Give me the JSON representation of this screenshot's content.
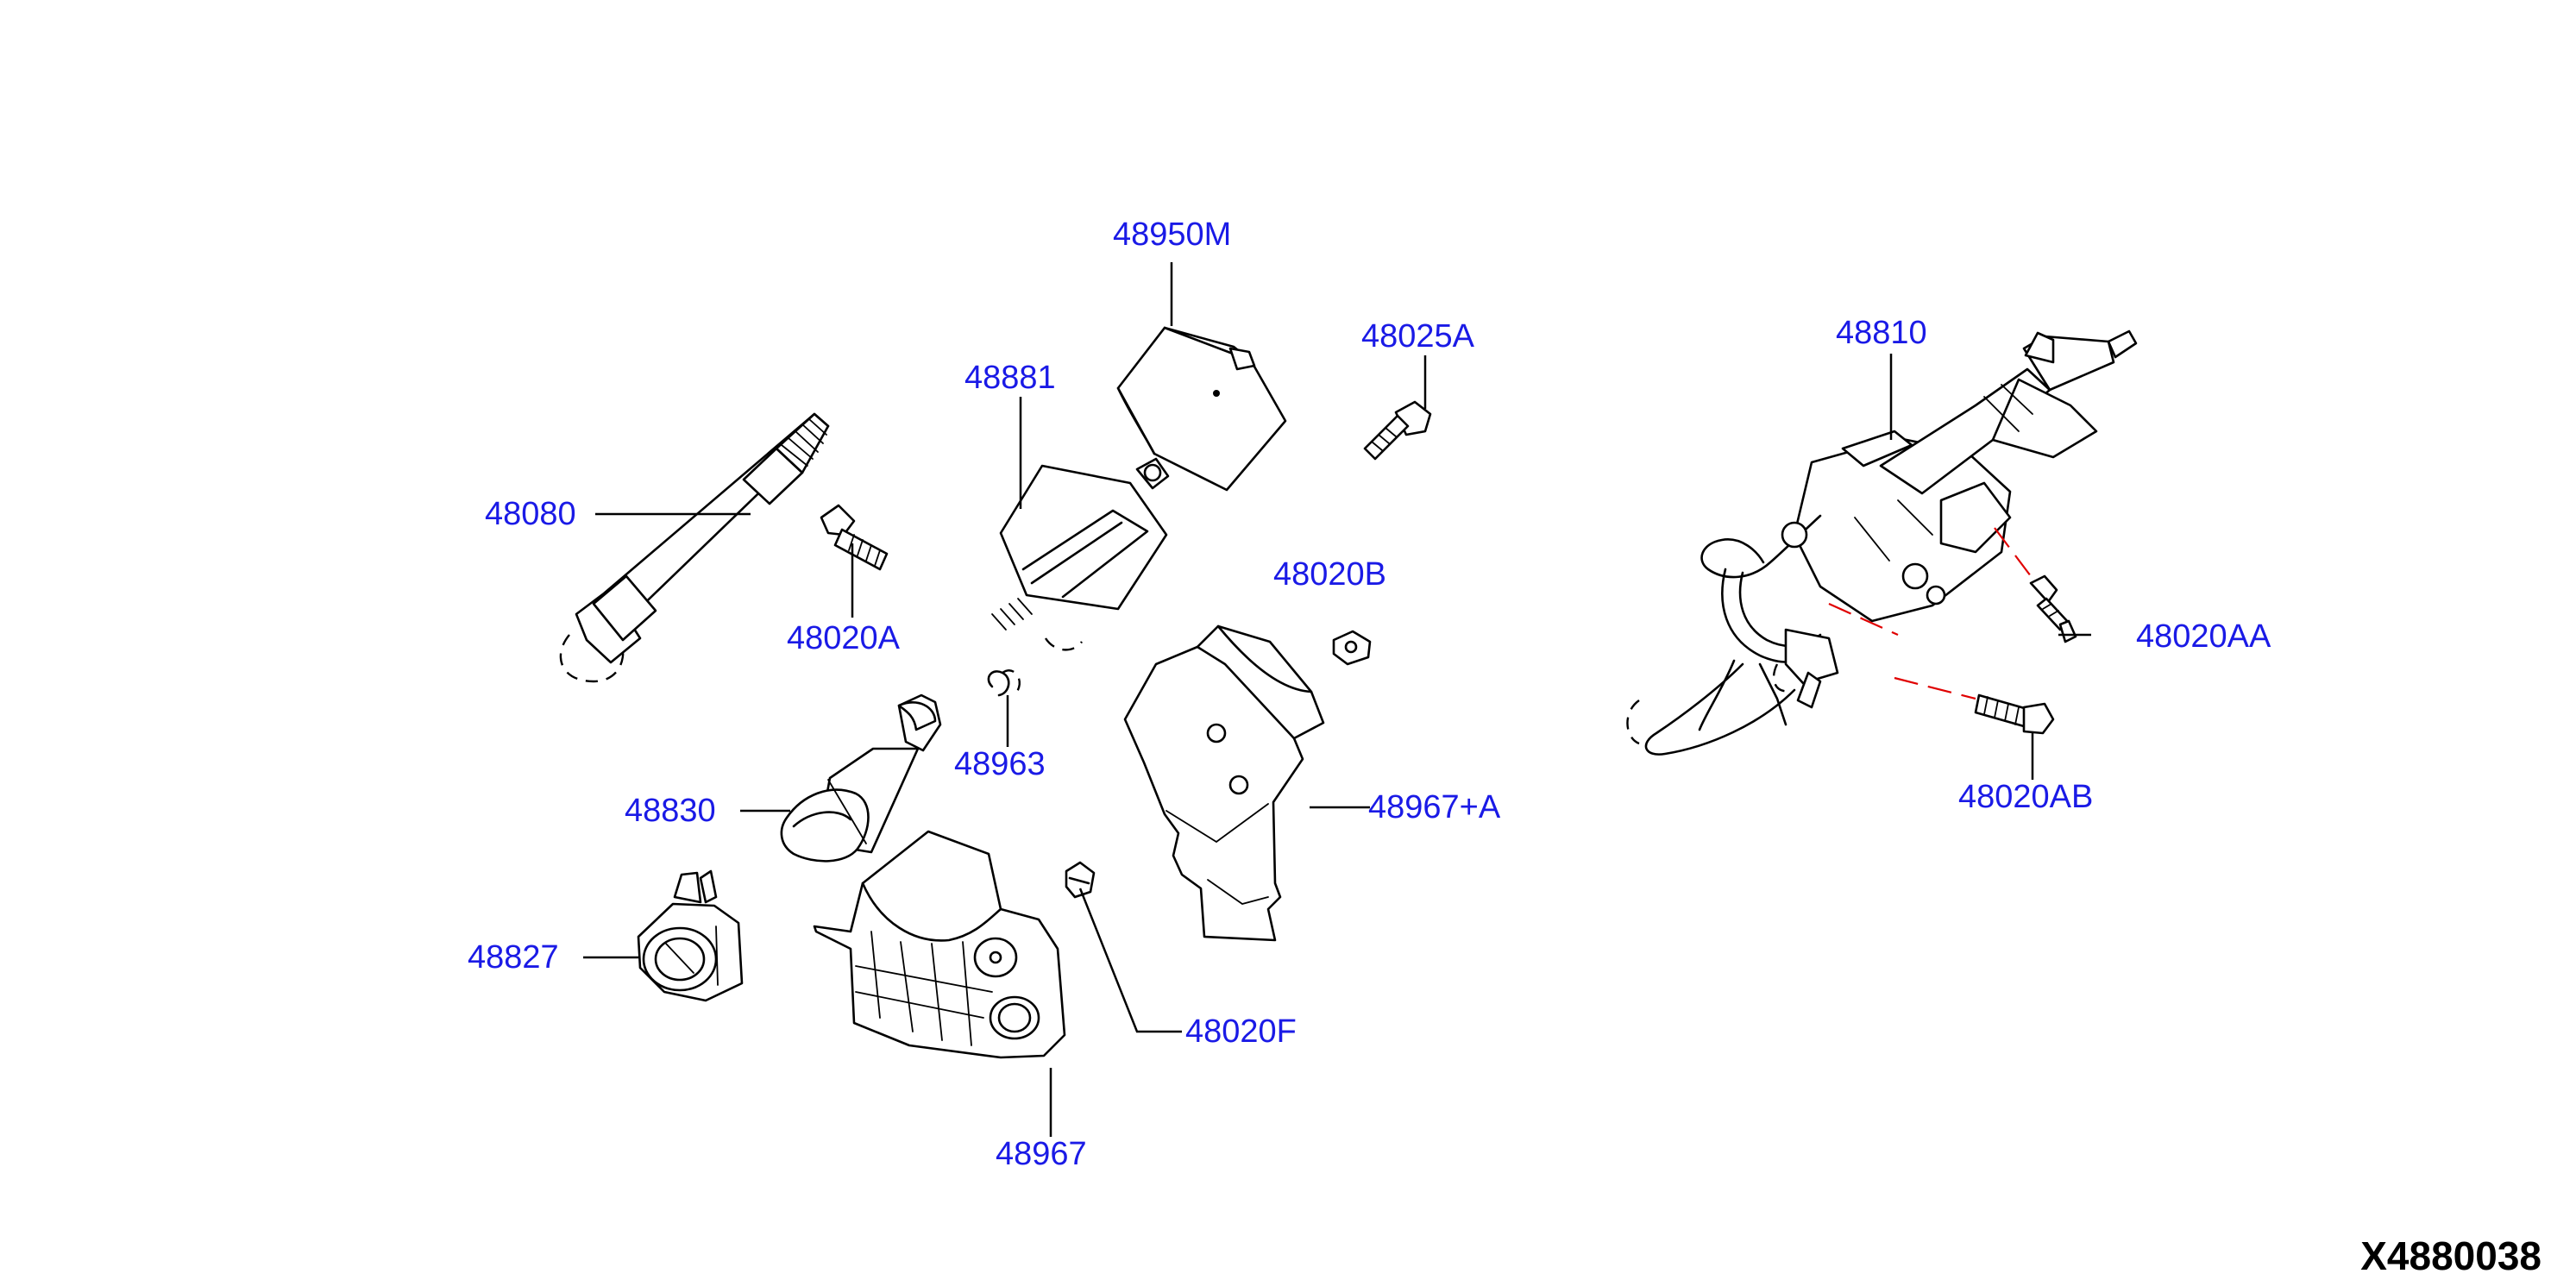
{
  "diagram_id": "X4880038",
  "colors": {
    "label": "#1a1ae6",
    "line": "#000000",
    "leader_highlight": "#e00000",
    "background": "#ffffff"
  },
  "parts": [
    {
      "key": "p48950M",
      "number": "48950M"
    },
    {
      "key": "p48881",
      "number": "48881"
    },
    {
      "key": "p48025A",
      "number": "48025A"
    },
    {
      "key": "p48810",
      "number": "48810"
    },
    {
      "key": "p48080",
      "number": "48080"
    },
    {
      "key": "p48020A",
      "number": "48020A"
    },
    {
      "key": "p48020B",
      "number": "48020B"
    },
    {
      "key": "p48020AA",
      "number": "48020AA"
    },
    {
      "key": "p48963",
      "number": "48963"
    },
    {
      "key": "p48830",
      "number": "48830"
    },
    {
      "key": "p48967A",
      "number": "48967+A"
    },
    {
      "key": "p48020AB",
      "number": "48020AB"
    },
    {
      "key": "p48827",
      "number": "48827"
    },
    {
      "key": "p48020F",
      "number": "48020F"
    },
    {
      "key": "p48967",
      "number": "48967"
    }
  ]
}
